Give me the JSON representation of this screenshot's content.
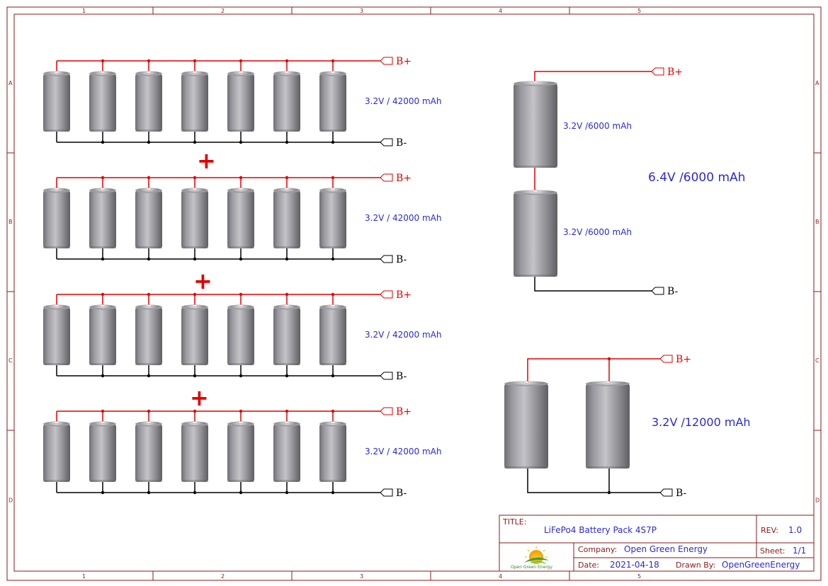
{
  "border": {
    "columns": [
      "1",
      "2",
      "3",
      "4",
      "5"
    ],
    "rows": [
      "A",
      "B",
      "C",
      "D"
    ],
    "color": "#8b1a1a"
  },
  "left_strings": [
    {
      "pos_label": "B+",
      "neg_label": "B-",
      "spec": "3.2V / 42000 mAh",
      "cells": 7
    },
    {
      "pos_label": "B+",
      "neg_label": "B-",
      "spec": "3.2V / 42000 mAh",
      "cells": 7
    },
    {
      "pos_label": "B+",
      "neg_label": "B-",
      "spec": "3.2V / 42000 mAh",
      "cells": 7
    },
    {
      "pos_label": "B+",
      "neg_label": "B-",
      "spec": "3.2V / 42000 mAh",
      "cells": 7
    }
  ],
  "series_symbol": "+",
  "series_example": {
    "pos_label": "B+",
    "neg_label": "B-",
    "cell_top_spec": "3.2V /6000 mAh",
    "cell_bottom_spec": "3.2V /6000 mAh",
    "total_spec": "6.4V /6000 mAh"
  },
  "parallel_example": {
    "pos_label": "B+",
    "neg_label": "B-",
    "total_spec": "3.2V /12000 mAh",
    "cells": 2
  },
  "title_block": {
    "title_label": "TITLE:",
    "title": "LiFePo4 Battery Pack 4S7P",
    "rev_label": "REV:",
    "rev": "1.0",
    "company_label": "Company:",
    "company": "Open Green Energy",
    "sheet_label": "Sheet:",
    "sheet": "1/1",
    "date_label": "Date:",
    "date": "2021-04-18",
    "drawn_label": "Drawn By:",
    "drawn_by": "OpenGreenEnergy",
    "logo_text": "Open Green Energy"
  },
  "colors": {
    "wire_positive": "#e00000",
    "wire_negative": "#000000",
    "frame": "#8b1a1a",
    "text_blue": "#2a2ad6",
    "cell_body": "#8e8e92"
  }
}
